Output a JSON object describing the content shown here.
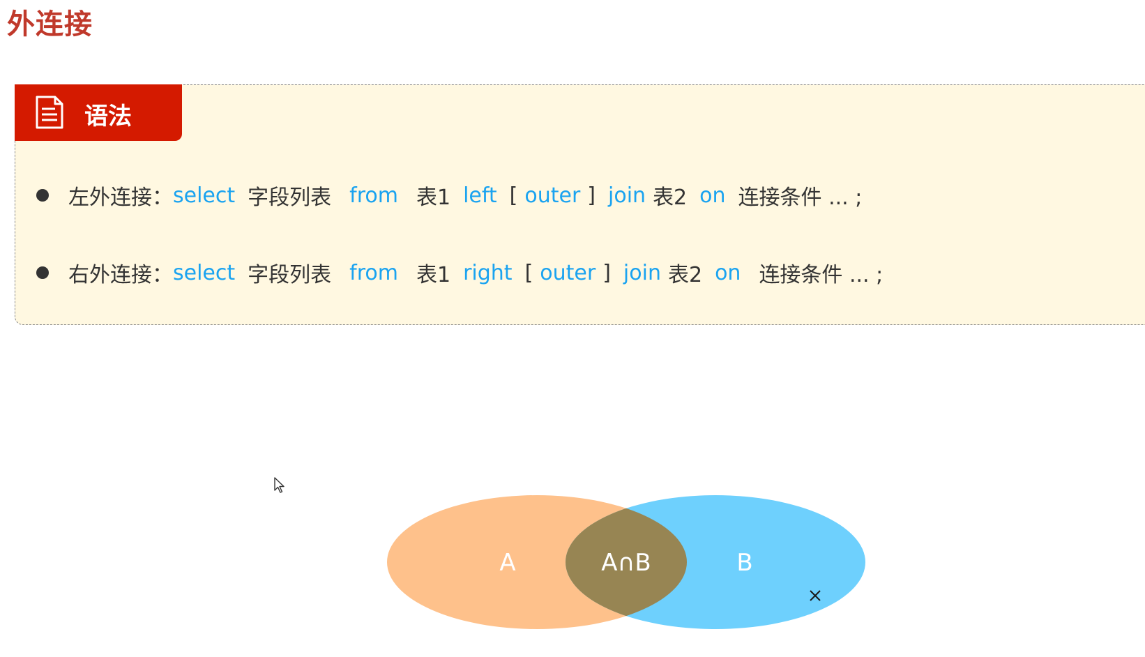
{
  "page": {
    "title": "外连接"
  },
  "syntax": {
    "header_label": "语法",
    "icon": "document-icon",
    "lines": [
      {
        "label": "左外连接：",
        "select": "select",
        "fields": "字段列表",
        "from": "from",
        "table1": "表1",
        "direction": "left",
        "bracket_open": "[",
        "outer": "outer",
        "bracket_close": "]",
        "join": "join",
        "table2": "表2",
        "on": "on",
        "condition": "连接条件 ... ;"
      },
      {
        "label": "右外连接：",
        "select": "select",
        "fields": "字段列表",
        "from": "from",
        "table1": "表1",
        "direction": "right",
        "bracket_open": "[",
        "outer": "outer",
        "bracket_close": "]",
        "join": "join",
        "table2": "表2",
        "on": "on",
        "condition": "连接条件 ... ;"
      }
    ]
  },
  "venn": {
    "label_a": "A",
    "label_intersection": "A∩B",
    "label_b": "B",
    "colors": {
      "a": "#fec18b",
      "b": "#6ed0fd",
      "intersection": "#978553",
      "keyword": "#1aa3f0",
      "header": "#d41a00",
      "title": "#c0392b",
      "box_bg": "#fff8e1"
    }
  },
  "overlay": {
    "cursor_icon": "mouse-pointer-icon",
    "close_icon": "close-icon"
  }
}
